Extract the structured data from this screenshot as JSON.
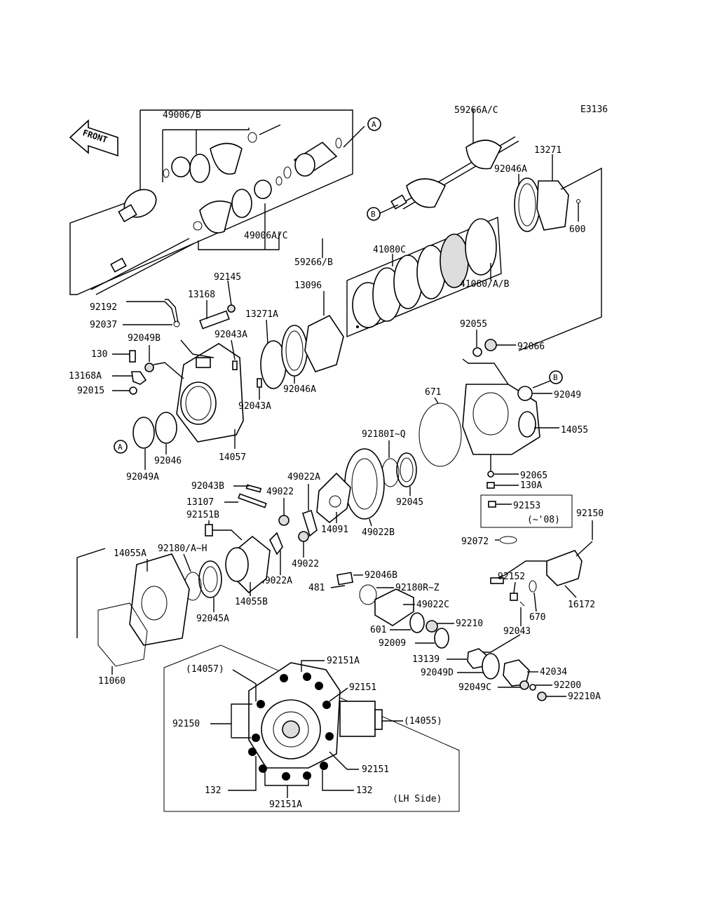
{
  "diagram_code": "E3136",
  "front_label": "FRONT",
  "ref_markers": {
    "a": "A",
    "b": "B"
  },
  "labels": {
    "l49006b": "49006/B",
    "l59266ac": "59266A/C",
    "l13271": "13271",
    "l92046a_top": "92046A",
    "l600": "600",
    "l49006ac": "49006A/C",
    "l59266b": "59266/B",
    "l41080c": "41080C",
    "l41080ab": "41080/A/B",
    "l92145": "92145",
    "l13168": "13168",
    "l13096": "13096",
    "l92192": "92192",
    "l13271a": "13271A",
    "l92037": "92037",
    "l92043a_1": "92043A",
    "l92049b": "92049B",
    "l130": "130",
    "l13168a": "13168A",
    "l92015": "92015",
    "l92046a_mid": "92046A",
    "l92043a_2": "92043A",
    "l92055": "92055",
    "l92066": "92066",
    "l92049": "92049",
    "l671": "671",
    "l14055": "14055",
    "l92049a": "92049A",
    "l92046": "92046",
    "l14057": "14057",
    "l92180iq": "92180I~Q",
    "l92045": "92045",
    "l92065": "92065",
    "l130a": "130A",
    "l92153": "92153",
    "l08": "(~'08)",
    "l92150_r": "92150",
    "l92043b": "92043B",
    "l49022_1": "49022",
    "l49022a_top": "49022A",
    "l13107": "13107",
    "l92151b": "92151B",
    "l14091": "14091",
    "l49022b": "49022B",
    "l92072": "92072",
    "l92180ah": "92180/A~H",
    "l14055a": "14055A",
    "l49022_2": "49022",
    "l49022a_bot": "49022A",
    "l14055b": "14055B",
    "l92046b": "92046B",
    "l481": "481",
    "l92180rz": "92180R~Z",
    "l49022c": "49022C",
    "l92152": "92152",
    "l670": "670",
    "l16172": "16172",
    "l92045a": "92045A",
    "l601": "601",
    "l92210": "92210",
    "l92009": "92009",
    "l92043": "92043",
    "l11060": "11060",
    "l13139": "13139",
    "l92049d": "92049D",
    "l42034": "42034",
    "l92049c": "92049C",
    "l92200": "92200",
    "l92210a": "92210A",
    "l14057p": "(14057)",
    "l92151a_top": "92151A",
    "l92151_1": "92151",
    "l92150_b": "92150",
    "l14055p": "(14055)",
    "l92151_2": "92151",
    "l132_l": "132",
    "l132_r": "132",
    "l92151a_bot": "92151A",
    "l_lhside": "(LH Side)"
  }
}
